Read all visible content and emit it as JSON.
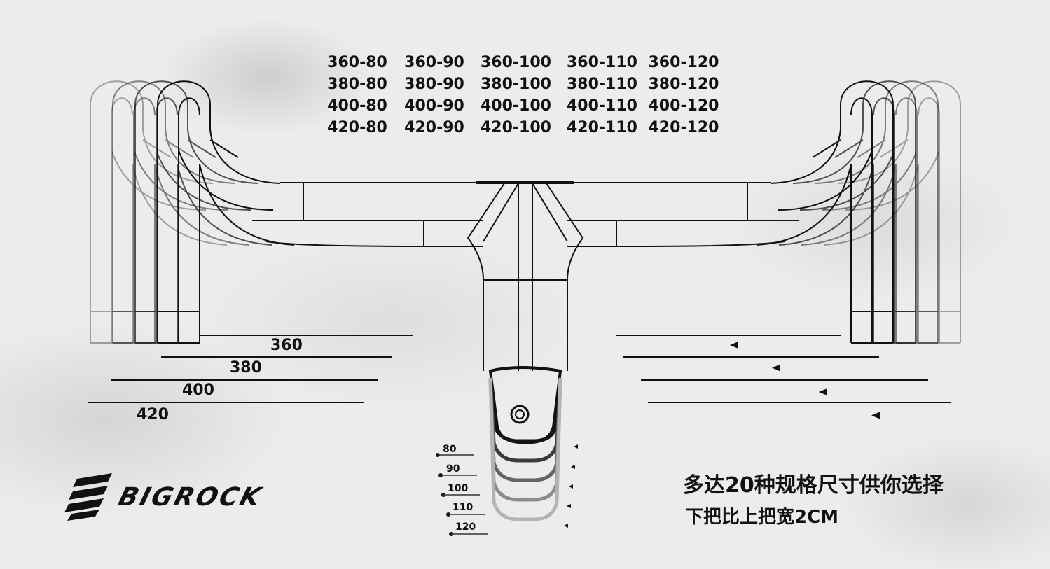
{
  "size_table": {
    "rows": [
      [
        "360-80",
        "360-90",
        "360-100",
        "360-110",
        "360-120"
      ],
      [
        "380-80",
        "380-90",
        "380-100",
        "380-110",
        "380-120"
      ],
      [
        "400-80",
        "400-90",
        "400-100",
        "400-110",
        "400-120"
      ],
      [
        "420-80",
        "420-90",
        "420-100",
        "420-110",
        "420-120"
      ]
    ]
  },
  "widths": [
    "360",
    "380",
    "400",
    "420"
  ],
  "stem_lengths": [
    "80",
    "90",
    "100",
    "110",
    "120"
  ],
  "slogan": {
    "line1": "多达20种规格尺寸供你选择",
    "line2": "下把比上把宽2CM"
  },
  "logo": {
    "text": "BIGROCK"
  },
  "colors": {
    "ink": "#111111",
    "background": "#ececec"
  }
}
